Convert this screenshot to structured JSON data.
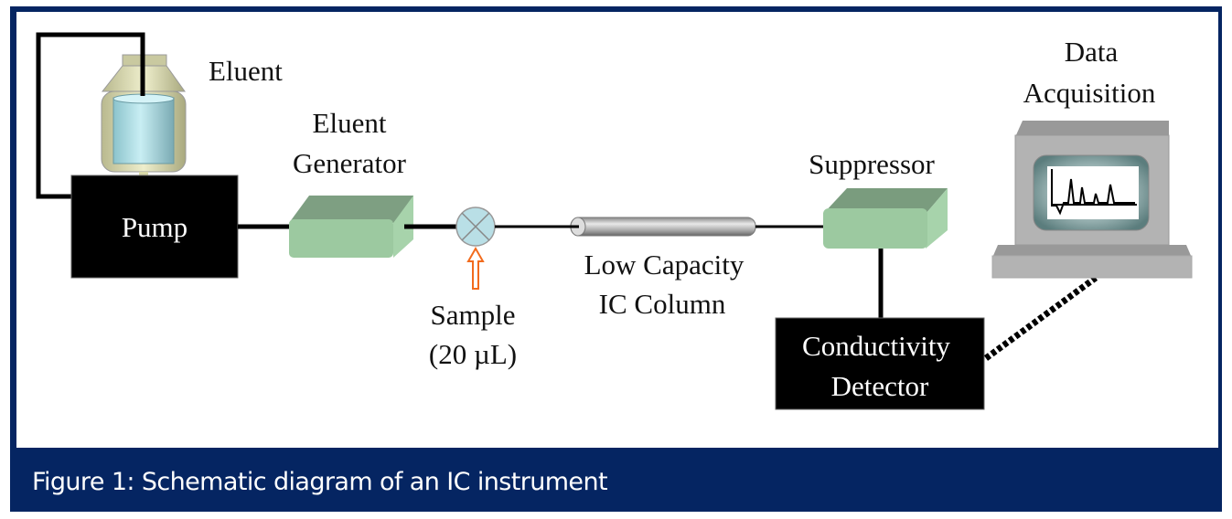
{
  "figure": {
    "caption": "Figure 1: Schematic diagram of an IC instrument",
    "frame_color": "#052562"
  },
  "components": {
    "eluent": {
      "label": "Eluent"
    },
    "pump": {
      "label": "Pump"
    },
    "eluent_generator": {
      "label_line1": "Eluent",
      "label_line2": "Generator"
    },
    "sample": {
      "label_line1": "Sample",
      "label_line2": "(20 µL)"
    },
    "column": {
      "label_line1": "Low Capacity",
      "label_line2": "IC Column"
    },
    "suppressor": {
      "label": "Suppressor"
    },
    "detector": {
      "label_line1": "Conductivity",
      "label_line2": "Detector"
    },
    "data_acquisition": {
      "label_line1": "Data",
      "label_line2": "Acquisition"
    }
  },
  "colors": {
    "module_green": "#9cc9a0",
    "module_green_dark": "#7a9c7e",
    "black_box": "#000000",
    "injector": "#b9dfe6",
    "sample_arrow": "#f26b1d",
    "bottle_body": "#d9d9b0",
    "bottle_liquid": "#a8dce6",
    "computer_gray": "#b3b3b3",
    "screen_bezel": "#6e8f8f"
  }
}
